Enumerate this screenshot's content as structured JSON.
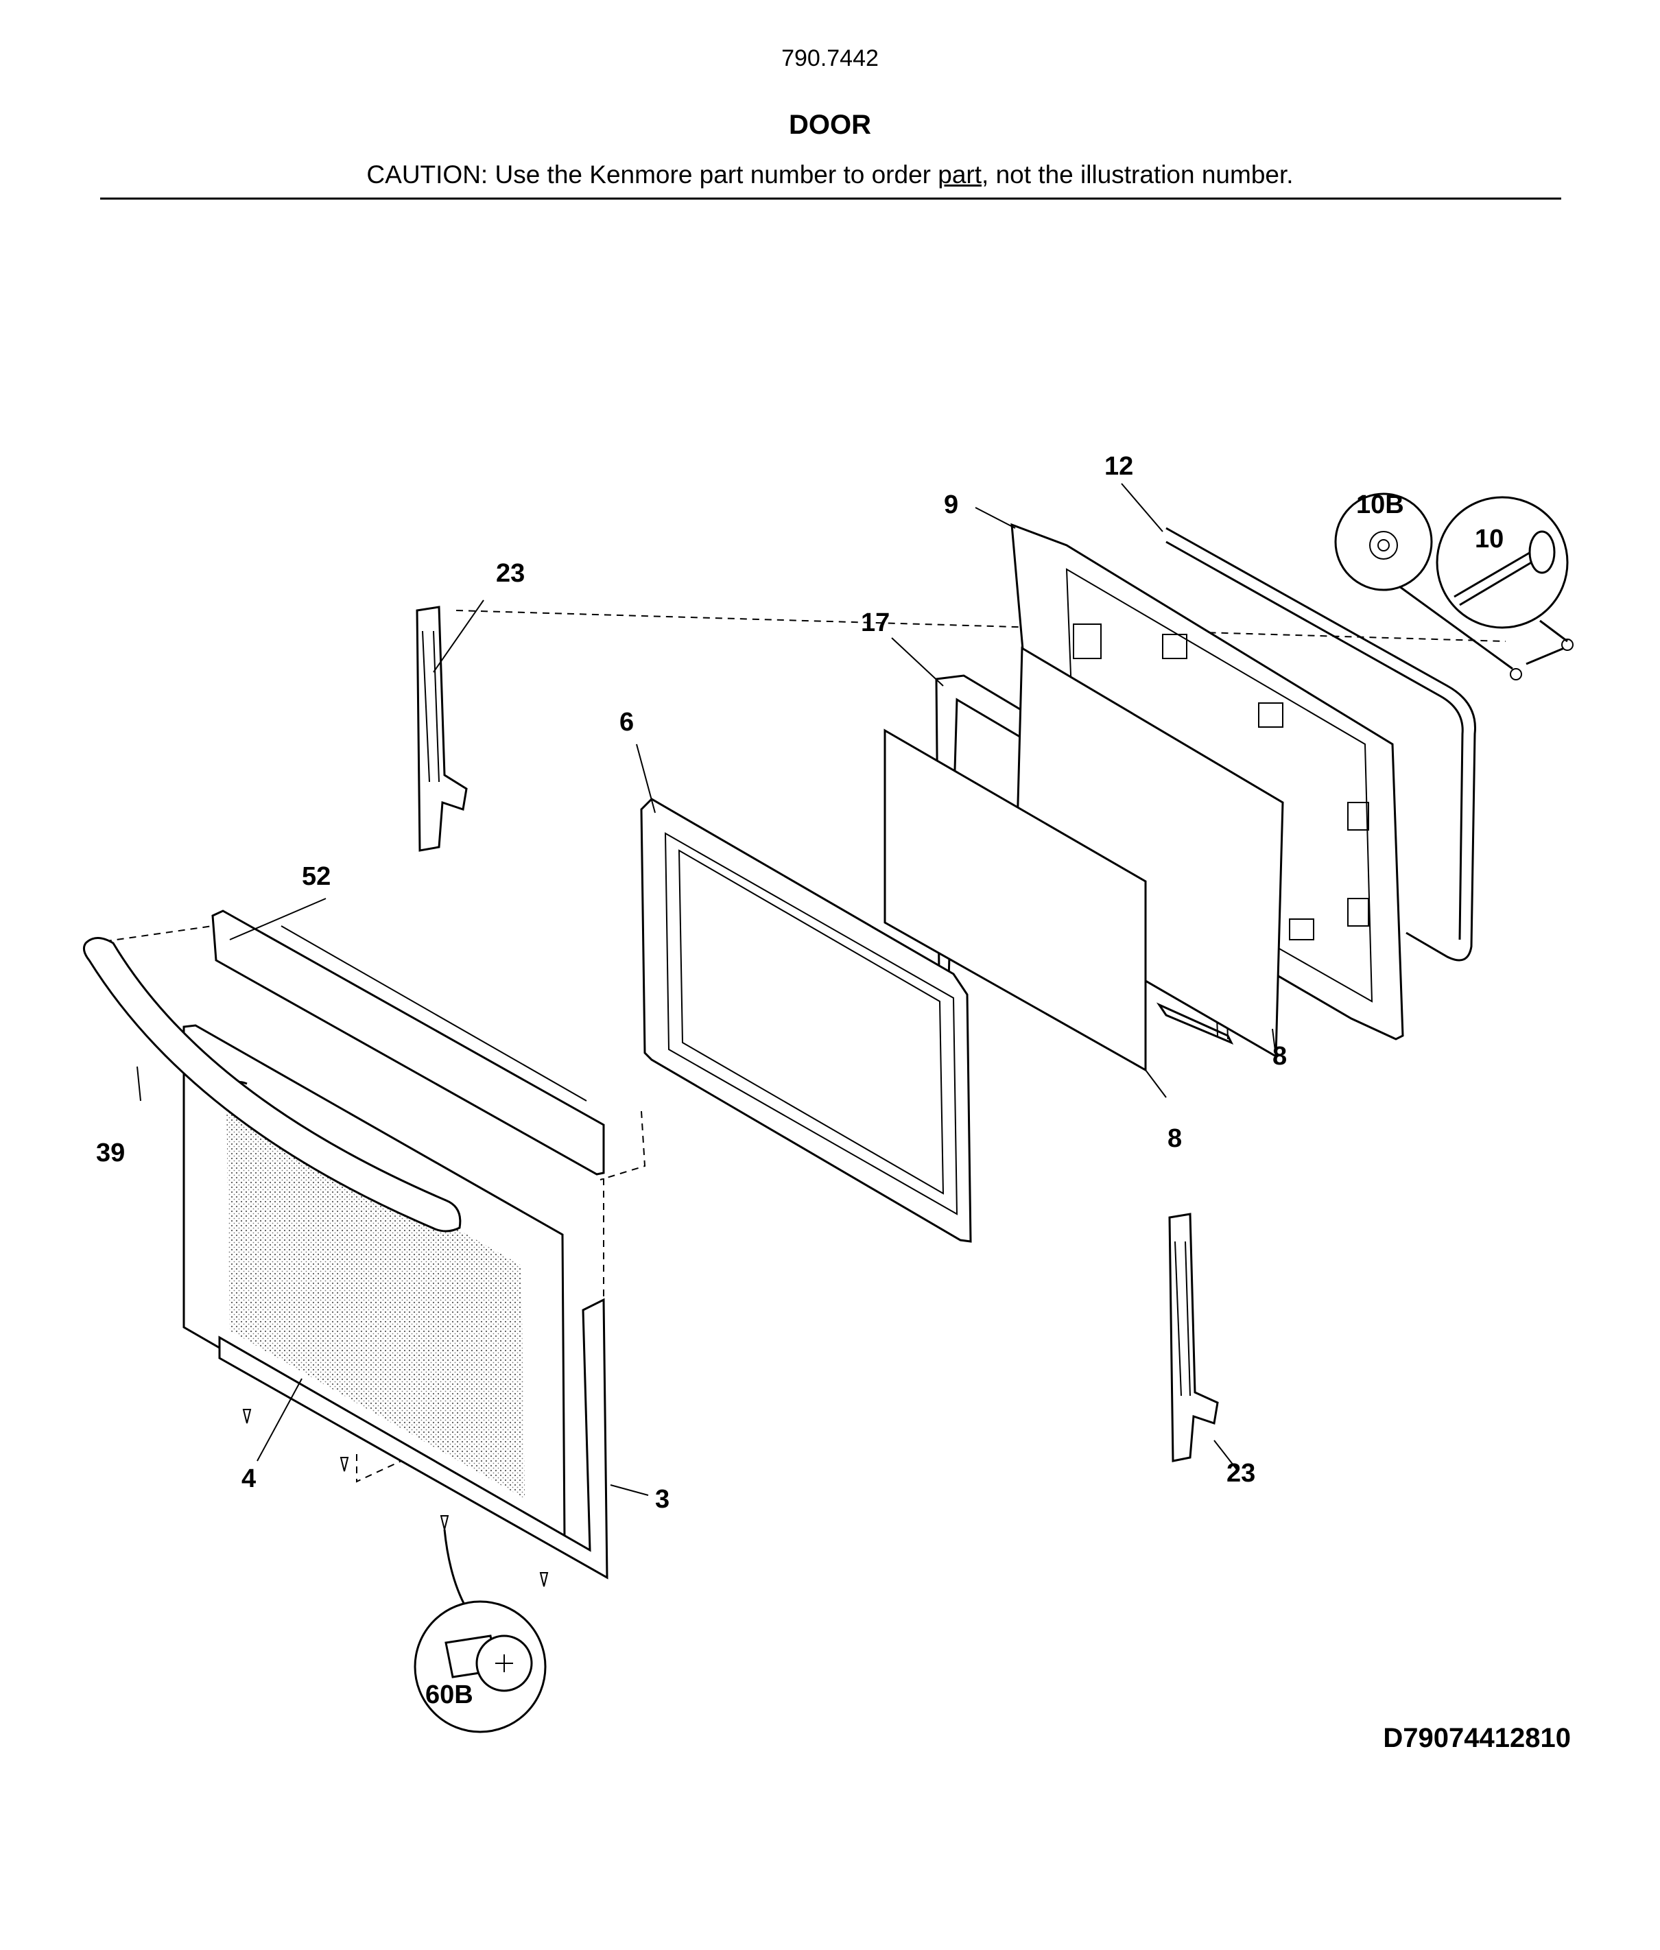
{
  "header": {
    "model": "790.7442",
    "section_title": "DOOR",
    "caution_before": "CAUTION: Use the Kenmore part number to order ",
    "caution_underlined": "part",
    "caution_after": ", not the illustration number."
  },
  "callouts": {
    "hinge_upper": "23",
    "hinge_lower": "23",
    "trim_top": "52",
    "handle": "39",
    "outer_door": "4",
    "side_trim": "3",
    "screw_detail": "60B",
    "panel_6": "6",
    "bracket_17": "17",
    "glass_front": "8",
    "glass_rear": "8",
    "inner_door": "9",
    "gasket": "12",
    "washer_detail": "10B",
    "bolt_detail": "10"
  },
  "drawing_id": "D79074412810"
}
